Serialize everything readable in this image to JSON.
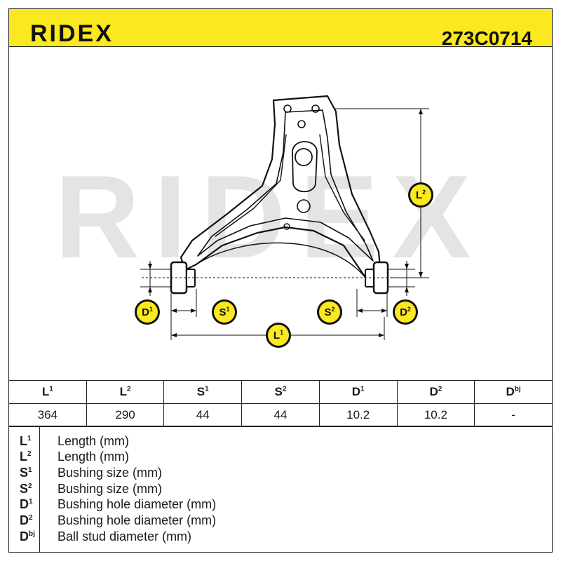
{
  "header": {
    "brand": "RIDEX",
    "part_number": "273C0714"
  },
  "watermark": "RIDEX",
  "colors": {
    "accent": "#fbe91f",
    "ink": "#111111",
    "watermark": "#e4e4e4"
  },
  "diagram_labels": {
    "L1": {
      "base": "L",
      "sup": "1"
    },
    "L2": {
      "base": "L",
      "sup": "2"
    },
    "S1": {
      "base": "S",
      "sup": "1"
    },
    "S2": {
      "base": "S",
      "sup": "2"
    },
    "D1": {
      "base": "D",
      "sup": "1"
    },
    "D2": {
      "base": "D",
      "sup": "2"
    }
  },
  "table": {
    "headers": [
      {
        "base": "L",
        "sup": "1"
      },
      {
        "base": "L",
        "sup": "2"
      },
      {
        "base": "S",
        "sup": "1"
      },
      {
        "base": "S",
        "sup": "2"
      },
      {
        "base": "D",
        "sup": "1"
      },
      {
        "base": "D",
        "sup": "2"
      },
      {
        "base": "D",
        "sup": "bj"
      }
    ],
    "values": [
      "364",
      "290",
      "44",
      "44",
      "10.2",
      "10.2",
      "-"
    ]
  },
  "legend": [
    {
      "base": "L",
      "sup": "1",
      "desc": "Length (mm)"
    },
    {
      "base": "L",
      "sup": "2",
      "desc": "Length (mm)"
    },
    {
      "base": "S",
      "sup": "1",
      "desc": "Bushing size (mm)"
    },
    {
      "base": "S",
      "sup": "2",
      "desc": "Bushing size (mm)"
    },
    {
      "base": "D",
      "sup": "1",
      "desc": "Bushing hole diameter (mm)"
    },
    {
      "base": "D",
      "sup": "2",
      "desc": "Bushing hole diameter (mm)"
    },
    {
      "base": "D",
      "sup": "bj",
      "desc": "Ball stud diameter (mm)"
    }
  ]
}
